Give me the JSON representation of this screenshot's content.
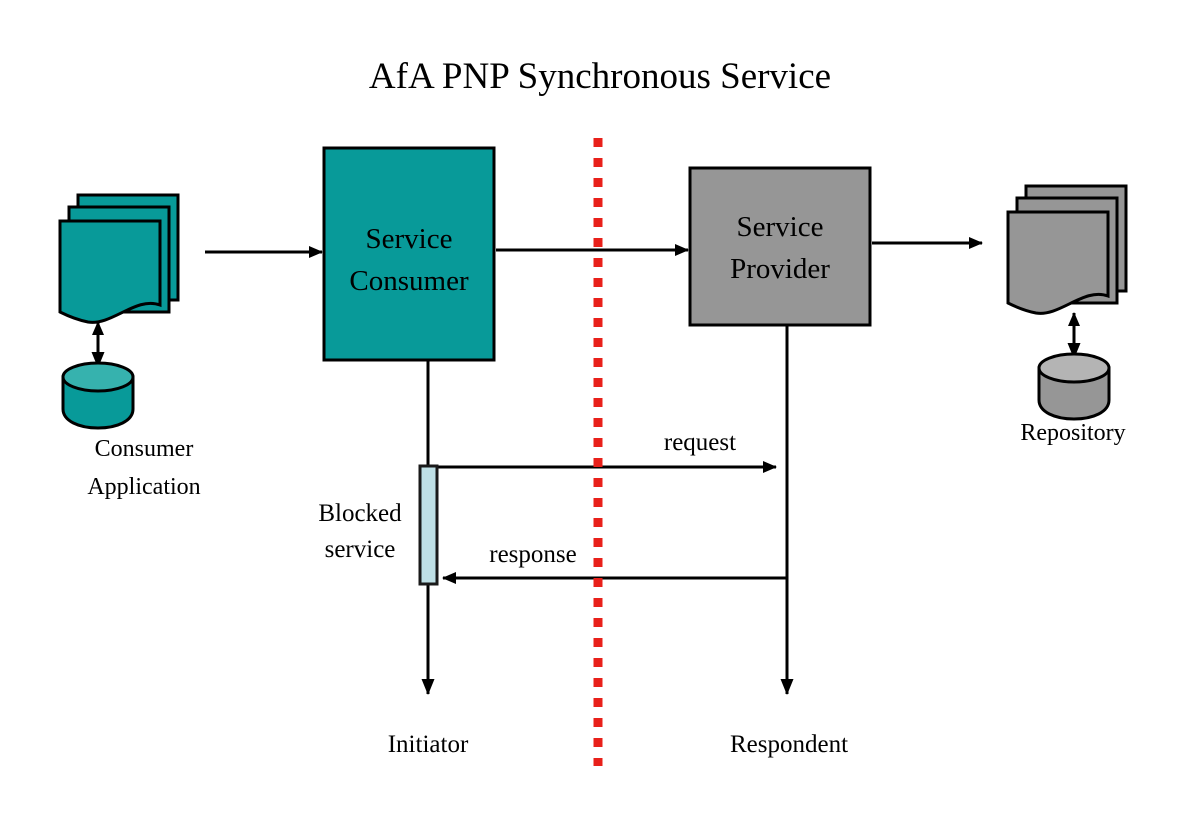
{
  "diagram": {
    "title": "AfA PNP Synchronous Service",
    "background": "#ffffff",
    "colors": {
      "consumer_teal": "#089a99",
      "consumer_teal_light": "#36b2ae",
      "provider_gray": "#969696",
      "provider_gray_light": "#b4b4b4",
      "boundary_red": "#e8201a",
      "activation_blue": "#bfe0e6",
      "stroke": "#000000"
    },
    "boundary": {
      "name": "trust-boundary",
      "style": "dotted",
      "orientation": "vertical",
      "color": "#e8201a"
    },
    "nodes": [
      {
        "id": "consumer-documents",
        "shape": "document-stack",
        "fill": "#089a99",
        "label": ""
      },
      {
        "id": "consumer-database",
        "shape": "cylinder",
        "fill": "#089a99",
        "label_line1": "Consumer",
        "label_line2": "Application"
      },
      {
        "id": "service-consumer",
        "shape": "rectangle",
        "fill": "#089a99",
        "label_line1": "Service",
        "label_line2": "Consumer"
      },
      {
        "id": "service-provider",
        "shape": "rectangle",
        "fill": "#969696",
        "label_line1": "Service",
        "label_line2": "Provider"
      },
      {
        "id": "repository-documents",
        "shape": "document-stack",
        "fill": "#969696",
        "label": ""
      },
      {
        "id": "repository-database",
        "shape": "cylinder",
        "fill": "#969696",
        "label": "Repository"
      }
    ],
    "labels": {
      "consumer_application_line1": "Consumer",
      "consumer_application_line2": "Application",
      "service_consumer_line1": "Service",
      "service_consumer_line2": "Consumer",
      "service_provider_line1": "Service",
      "service_provider_line2": "Provider",
      "repository": "Repository",
      "blocked_service_line1": "Blocked",
      "blocked_service_line2": "service",
      "initiator": "Initiator",
      "respondent": "Respondent"
    },
    "messages": [
      {
        "id": "request-message",
        "label": "request",
        "direction": "left-to-right",
        "from": "Initiator",
        "to": "Respondent"
      },
      {
        "id": "response-message",
        "label": "response",
        "direction": "right-to-left",
        "from": "Respondent",
        "to": "Initiator"
      }
    ],
    "activation": {
      "id": "blocked-service-activation",
      "label_line1": "Blocked",
      "label_line2": "service",
      "fill": "#bfe0e6"
    },
    "lifelines": [
      {
        "id": "initiator-lifeline",
        "label": "Initiator"
      },
      {
        "id": "respondent-lifeline",
        "label": "Respondent"
      }
    ]
  }
}
